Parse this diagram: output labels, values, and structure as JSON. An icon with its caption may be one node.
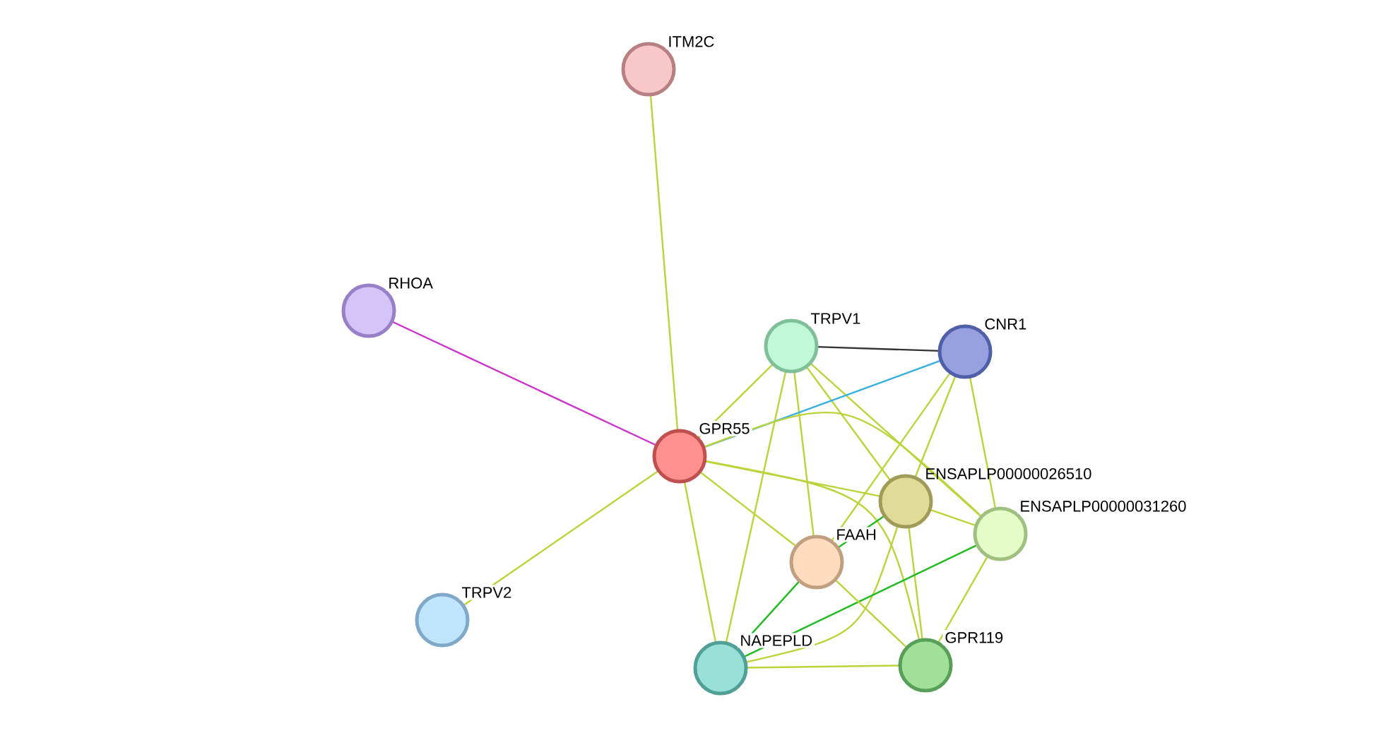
{
  "diagram": {
    "nodes": [
      {
        "text": [
          "ITM2C"
        ]
      },
      {
        "text": [
          "RHOA"
        ]
      },
      {
        "text": [
          "TRPV1"
        ]
      },
      {
        "text": [
          "CNR1"
        ]
      },
      {
        "text": [
          "GPR55"
        ]
      },
      {
        "text": [
          "ENSAPLP00000026510"
        ]
      },
      {
        "text": [
          "ENSAPLP00000031260"
        ]
      },
      {
        "text": [
          "FAAH"
        ]
      },
      {
        "text": [
          "TRPV2"
        ]
      },
      {
        "text": [
          "NAPEPLD"
        ]
      },
      {
        "text": [
          "GPR119"
        ]
      }
    ],
    "edges": [
      {
        "from": 0,
        "to": 4,
        "arrow": "none"
      },
      {
        "from": 1,
        "to": 4,
        "arrow": "none",
        "color": "#cc33cc"
      },
      {
        "from": 2,
        "to": 3,
        "arrow": "none",
        "color": "#333333"
      },
      {
        "from": 2,
        "to": 4,
        "arrow": "none"
      },
      {
        "from": 2,
        "to": 9,
        "arrow": "none"
      },
      {
        "from": 2,
        "to": 7,
        "arrow": "none"
      },
      {
        "from": 2,
        "to": 5,
        "arrow": "none"
      },
      {
        "from": 2,
        "to": 6,
        "arrow": "none"
      },
      {
        "from": 3,
        "to": 4,
        "arrow": "none",
        "color": "#33b0e0"
      },
      {
        "from": 3,
        "to": 7,
        "arrow": "none"
      },
      {
        "from": 3,
        "to": 5,
        "arrow": "none"
      },
      {
        "from": 3,
        "to": 6,
        "arrow": "none"
      },
      {
        "from": 4,
        "to": 5,
        "arrow": "none"
      },
      {
        "from": 4,
        "to": 6,
        "arrow": "none"
      },
      {
        "from": 4,
        "to": 7,
        "arrow": "none"
      },
      {
        "from": 4,
        "to": 10,
        "arrow": "none"
      },
      {
        "from": 4,
        "to": 9,
        "arrow": "none"
      },
      {
        "from": 4,
        "to": 8,
        "arrow": "none"
      },
      {
        "from": 5,
        "to": 7,
        "arrow": "none",
        "color": "#22bb22"
      },
      {
        "from": 5,
        "to": 6,
        "arrow": "none"
      },
      {
        "from": 5,
        "to": 10,
        "arrow": "none"
      },
      {
        "from": 5,
        "to": 9,
        "arrow": "none"
      },
      {
        "from": 6,
        "to": 9,
        "arrow": "none",
        "color": "#22bb22"
      },
      {
        "from": 6,
        "to": 10,
        "arrow": "none"
      },
      {
        "from": 7,
        "to": 9,
        "arrow": "none",
        "color": "#22bb22"
      },
      {
        "from": 7,
        "to": 10,
        "arrow": "none"
      },
      {
        "from": 9,
        "to": 10,
        "arrow": "none"
      }
    ]
  }
}
